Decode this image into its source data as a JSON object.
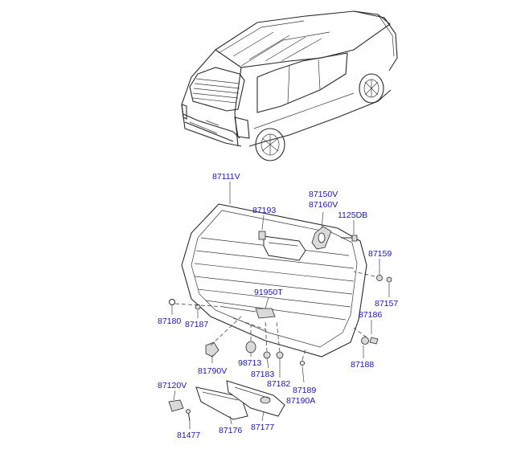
{
  "diagram": {
    "label_color": "#1a1aa8",
    "labels": [
      {
        "id": "87111V",
        "text": "87111V"
      },
      {
        "id": "87193",
        "text": "87193"
      },
      {
        "id": "87150V",
        "text": "87150V"
      },
      {
        "id": "87160V",
        "text": "87160V"
      },
      {
        "id": "1125DB",
        "text": "1125DB"
      },
      {
        "id": "87159",
        "text": "87159"
      },
      {
        "id": "87157",
        "text": "87157"
      },
      {
        "id": "91950T",
        "text": "91950T"
      },
      {
        "id": "87180",
        "text": "87180"
      },
      {
        "id": "87187",
        "text": "87187"
      },
      {
        "id": "87186",
        "text": "87186"
      },
      {
        "id": "87188",
        "text": "87188"
      },
      {
        "id": "81790V",
        "text": "81790V"
      },
      {
        "id": "98713",
        "text": "98713"
      },
      {
        "id": "87183",
        "text": "87183"
      },
      {
        "id": "87182",
        "text": "87182"
      },
      {
        "id": "87189",
        "text": "87189"
      },
      {
        "id": "87190A",
        "text": "87190A"
      },
      {
        "id": "87120V",
        "text": "87120V"
      },
      {
        "id": "81477",
        "text": "81477"
      },
      {
        "id": "87176",
        "text": "87176"
      },
      {
        "id": "87177",
        "text": "87177"
      }
    ]
  }
}
